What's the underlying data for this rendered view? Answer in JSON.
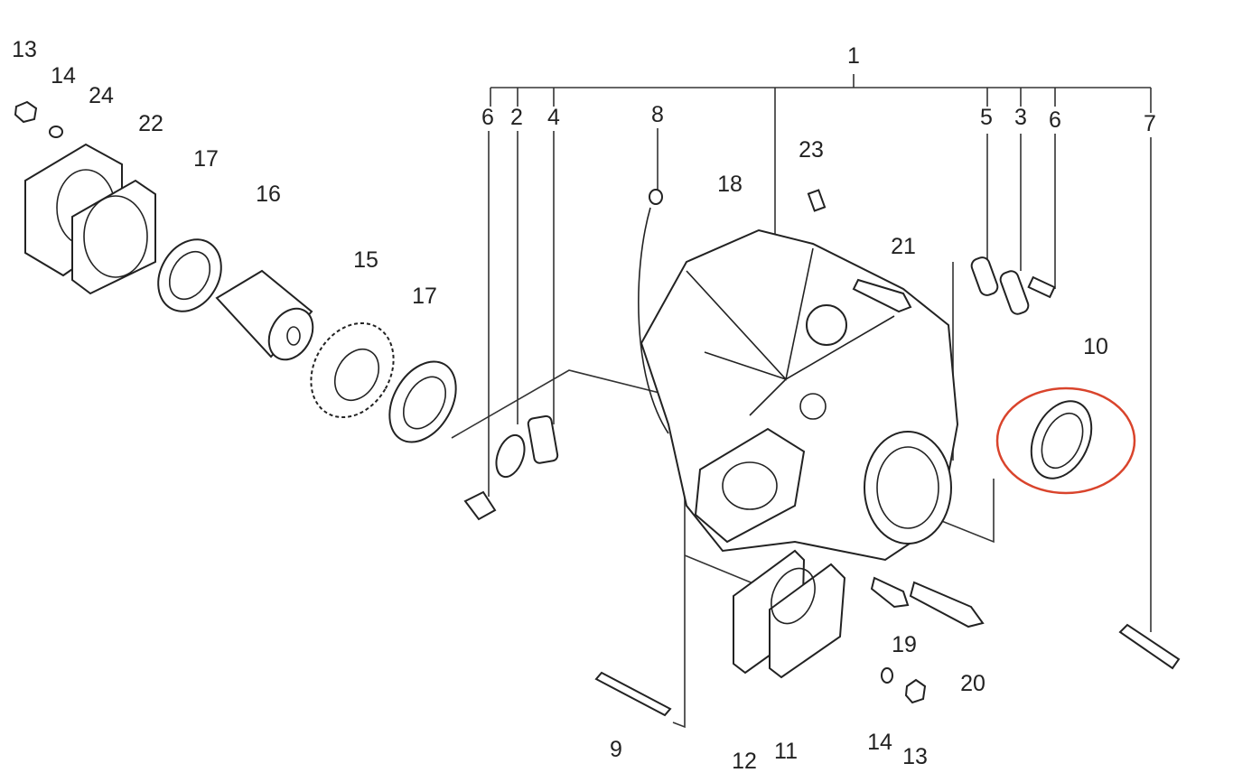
{
  "diagram": {
    "highlight_color": "#d9442c",
    "labels": {
      "p13a": "13",
      "p14a": "14",
      "p24": "24",
      "p22": "22",
      "p17a": "17",
      "p16": "16",
      "p15": "15",
      "p17b": "17",
      "p6a": "6",
      "p2": "2",
      "p4": "4",
      "p8": "8",
      "p18": "18",
      "p1": "1",
      "p23": "23",
      "p21": "21",
      "p5": "5",
      "p3": "3",
      "p6b": "6",
      "p7": "7",
      "p10": "10",
      "p19": "19",
      "p20": "20",
      "p9": "9",
      "p12": "12",
      "p11": "11",
      "p14b": "14",
      "p13b": "13"
    }
  }
}
